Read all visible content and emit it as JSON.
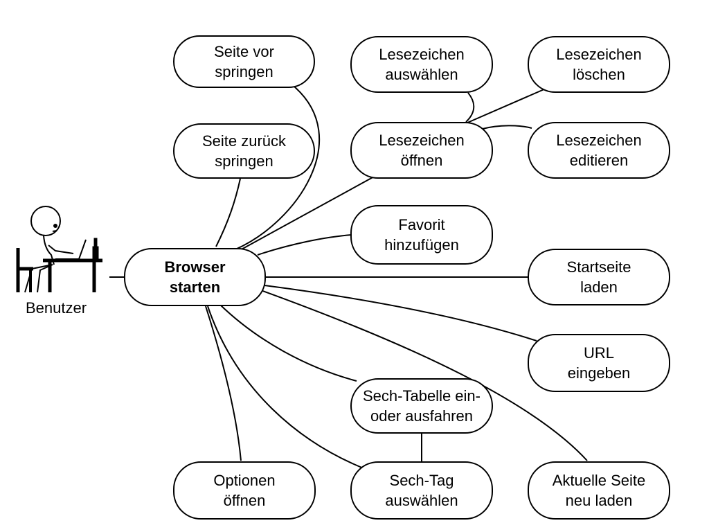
{
  "actor": {
    "label": "Benutzer",
    "icon": "person-at-desk-icon"
  },
  "main_use_case": {
    "label": "Browser\nstarten"
  },
  "use_cases": {
    "seite_vor": "Seite vor\nspringen",
    "seite_zurueck": "Seite zurück\nspringen",
    "lesezeichen_auswaehlen": "Lesezeichen\nauswählen",
    "lesezeichen_loeschen": "Lesezeichen\nlöschen",
    "lesezeichen_oeffnen": "Lesezeichen\nöffnen",
    "lesezeichen_editieren": "Lesezeichen\neditieren",
    "favorit_hinzufuegen": "Favorit\nhinzufügen",
    "startseite_laden": "Startseite\nladen",
    "url_eingeben": "URL\neingeben",
    "sech_tabelle": "Sech-Tabelle ein-\noder ausfahren",
    "optionen_oeffnen": "Optionen\nöffnen",
    "sech_tag": "Sech-Tag\nauswählen",
    "aktuelle_seite": "Aktuelle Seite\nneu laden"
  }
}
